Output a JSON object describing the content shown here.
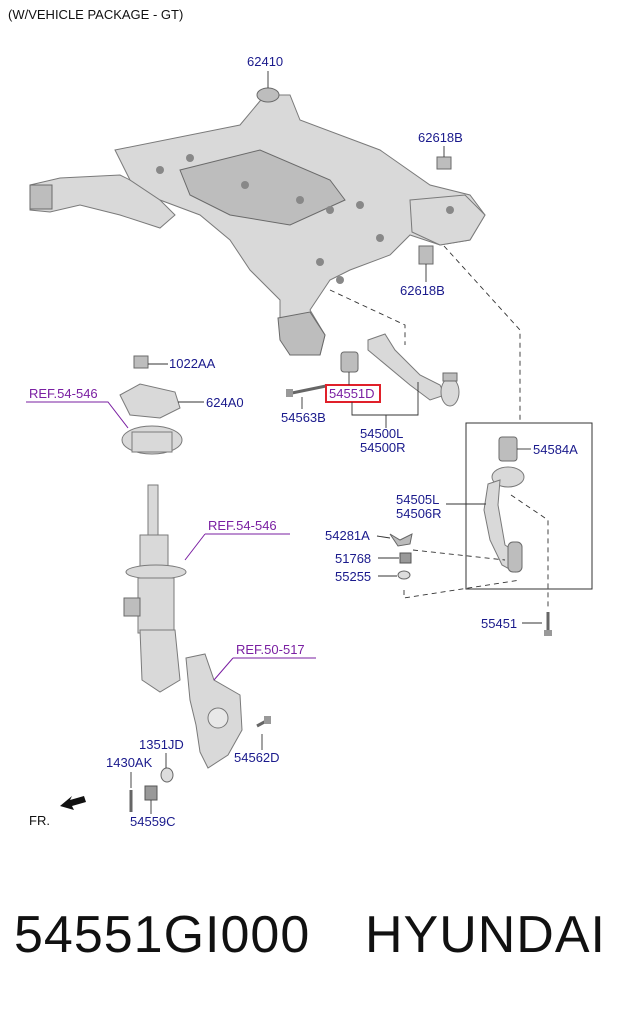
{
  "header": {
    "note": "(W/VEHICLE PACKAGE - GT)"
  },
  "labels": {
    "p62410": "62410",
    "p62618B_top": "62618B",
    "p62618B_bot": "62618B",
    "p1022AA": "1022AA",
    "p624A0": "624A0",
    "ref_54_546_a": "REF.54-546",
    "ref_54_546_b": "REF.54-546",
    "ref_50_517": "REF.50-517",
    "p54563B": "54563B",
    "p54551D": "54551D",
    "p54500L": "54500L",
    "p54500R": "54500R",
    "p54584A": "54584A",
    "p54505L": "54505L",
    "p54506R": "54506R",
    "p54281A": "54281A",
    "p51768": "51768",
    "p55255": "55255",
    "p55451": "55451",
    "p1351JD": "1351JD",
    "p1430AK": "1430AK",
    "p54562D": "54562D",
    "p54559C": "54559C",
    "fr": "FR."
  },
  "highlight": {
    "part": "54551D",
    "color": "#e0202a"
  },
  "footer": {
    "part_number": "54551GI000",
    "brand": "HYUNDAI"
  },
  "colors": {
    "part_label": "#1a1a8c",
    "ref_label": "#7a1fa2"
  }
}
